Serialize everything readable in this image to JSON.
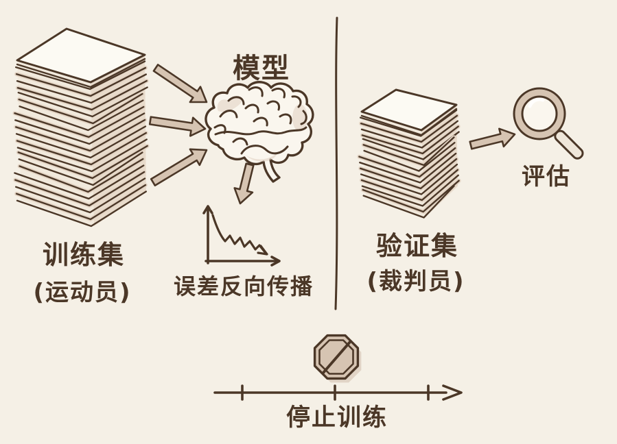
{
  "colors": {
    "background": "#f5f0e6",
    "ink": "#4b3727",
    "tan": "#d6c4b2",
    "paper": "#fcfaf3",
    "shade": "#e3d4c4"
  },
  "labels": {
    "model": "模型",
    "training_set": "训练集",
    "training_set_role": "(运动员)",
    "backprop": "误差反向传播",
    "validation_set": "验证集",
    "validation_set_role": "(裁判员)",
    "evaluate": "评估",
    "stop_training": "停止训练"
  },
  "icons": {
    "training_data": "paper-stack-icon",
    "model": "brain-icon",
    "backprop": "loss-curve-icon",
    "validation_data": "paper-stack-icon",
    "evaluate": "magnifier-icon",
    "stop": "stop-sign-icon",
    "timeline": "timeline-arrow-icon",
    "divider": "divider-line"
  }
}
